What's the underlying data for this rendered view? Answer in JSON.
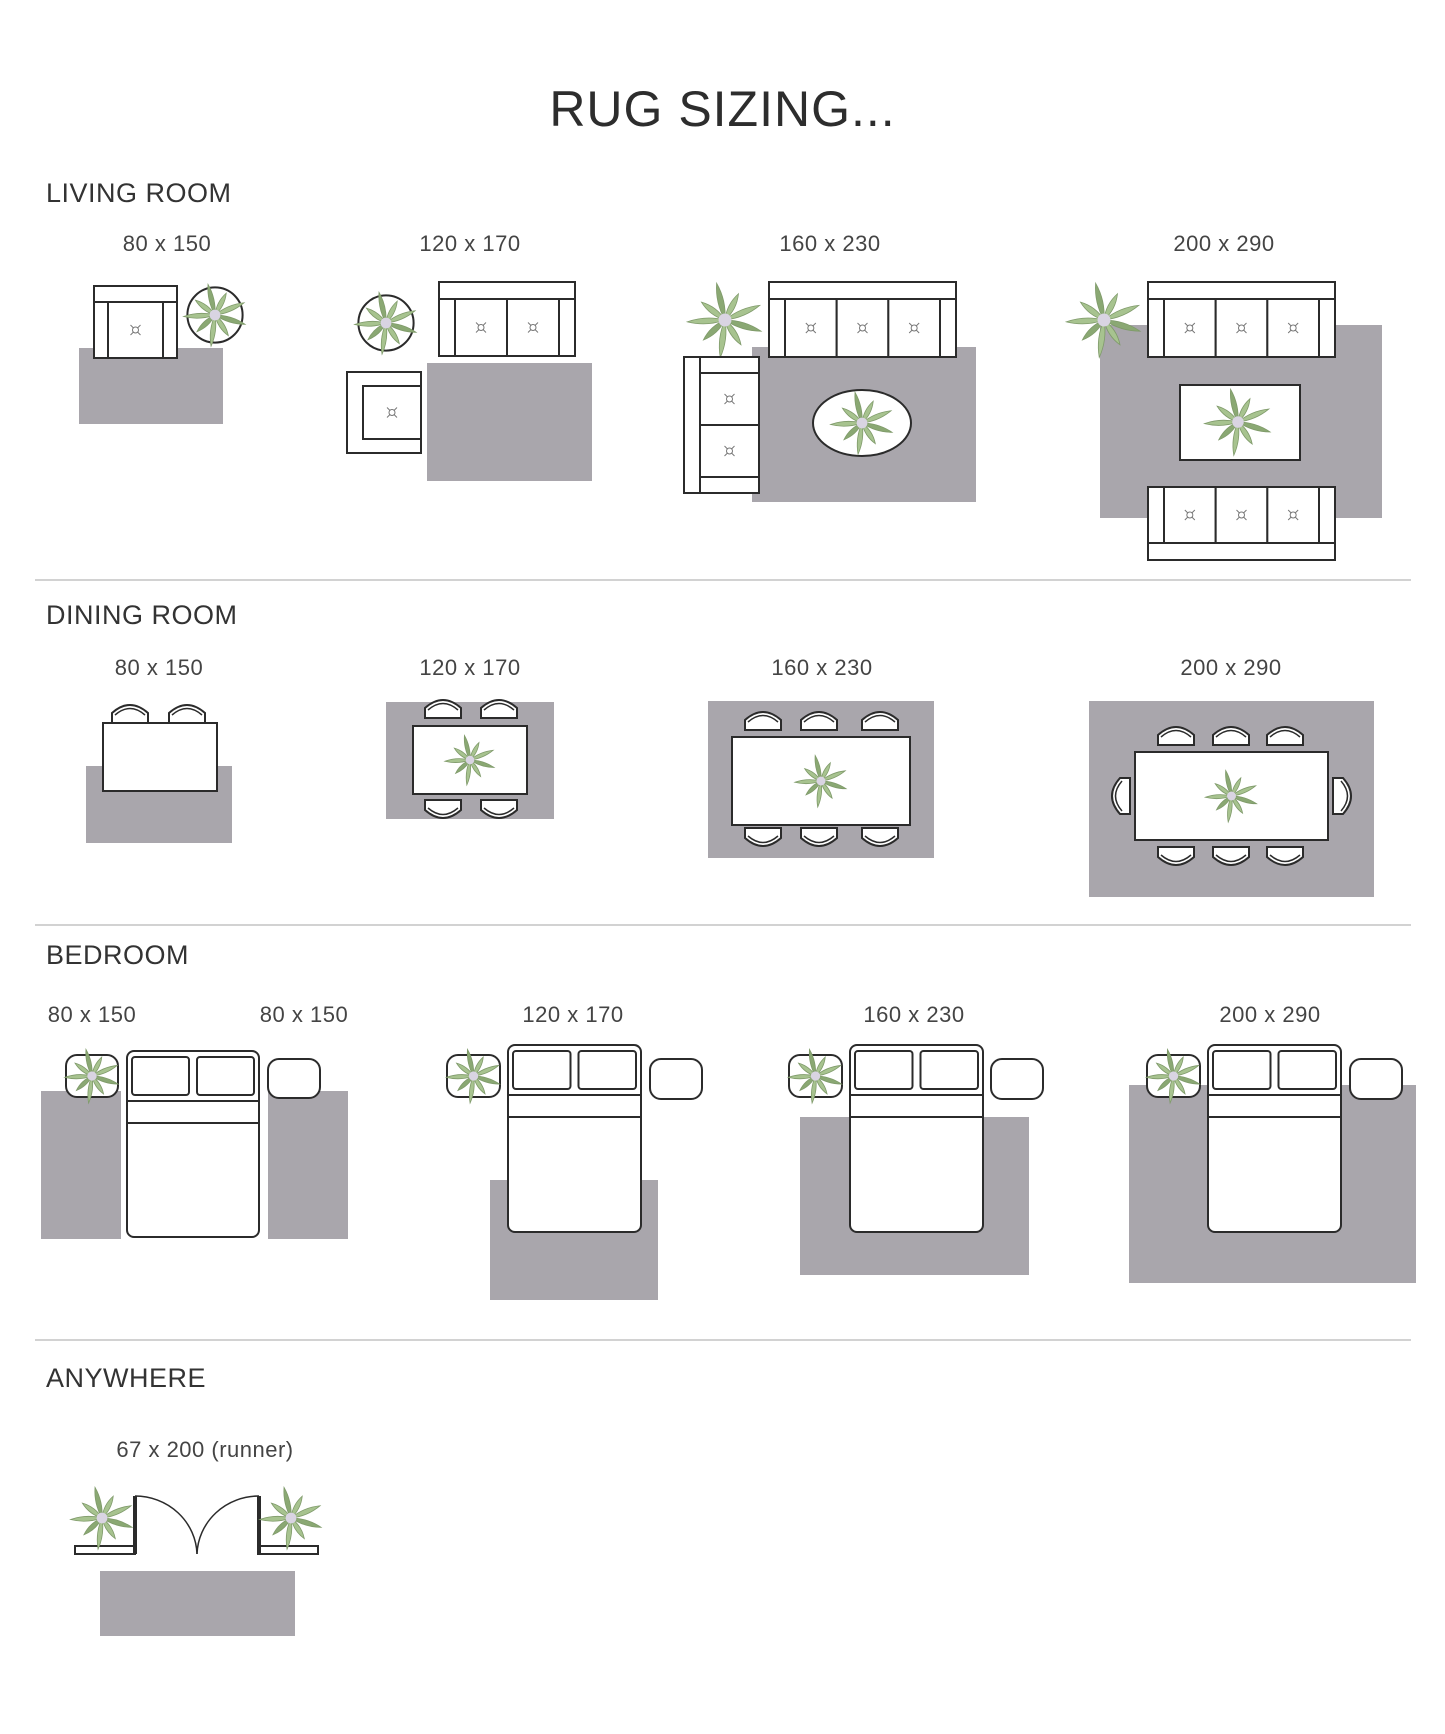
{
  "title": "RUG SIZING...",
  "colors": {
    "rug": "#a9a6ac",
    "plant_leaf": "#a7c38f",
    "plant_dark": "#8aa873",
    "outline": "#2b2b2b",
    "divider": "#d2d2d2"
  },
  "sections": [
    {
      "name": "LIVING ROOM",
      "sizes": [
        "80 x 150",
        "120 x 170",
        "160 x 230",
        "200 x 290"
      ]
    },
    {
      "name": "DINING ROOM",
      "sizes": [
        "80 x 150",
        "120 x 170",
        "160 x 230",
        "200 x 290"
      ]
    },
    {
      "name": "BEDROOM",
      "sizes": [
        "80 x 150",
        "80 x 150",
        "120 x 170",
        "160 x 230",
        "200 x 290"
      ]
    },
    {
      "name": "ANYWHERE",
      "sizes": [
        "67 x 200 (runner)"
      ]
    }
  ],
  "icons": [
    "rug",
    "armchair-icon",
    "sofa-icon",
    "plant-icon",
    "coffee-table-icon",
    "dining-table-icon",
    "chair-icon",
    "bed-icon",
    "nightstand-icon",
    "door-icon"
  ]
}
